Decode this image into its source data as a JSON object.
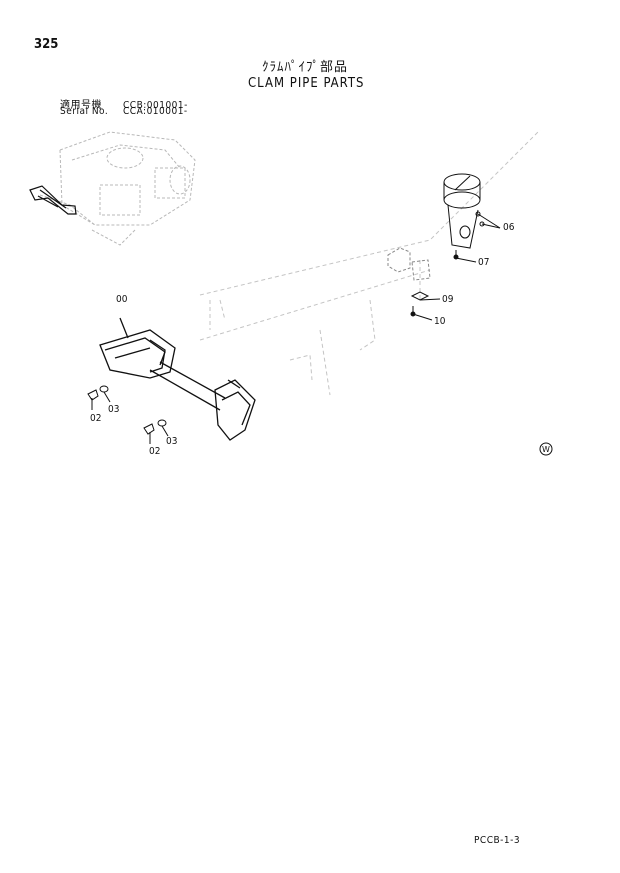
{
  "page": {
    "number": "325",
    "title_jp": "ｸﾗﾑﾊﾟｲﾌﾟ部品",
    "title_en": "CLAM PIPE PARTS",
    "serials": [
      {
        "label": "適用号機",
        "value": "CCB:001001-"
      },
      {
        "label": "Serial No.",
        "value": "CCA:010001-"
      }
    ],
    "footer_code": "PCCB-1-3",
    "mark": "W"
  },
  "callouts": [
    "00",
    "02",
    "03",
    "02",
    "03",
    "06",
    "07",
    "09",
    "10"
  ],
  "colors": {
    "ink": "#111111",
    "ghost": "#b8b8b8",
    "paper": "#ffffff"
  }
}
